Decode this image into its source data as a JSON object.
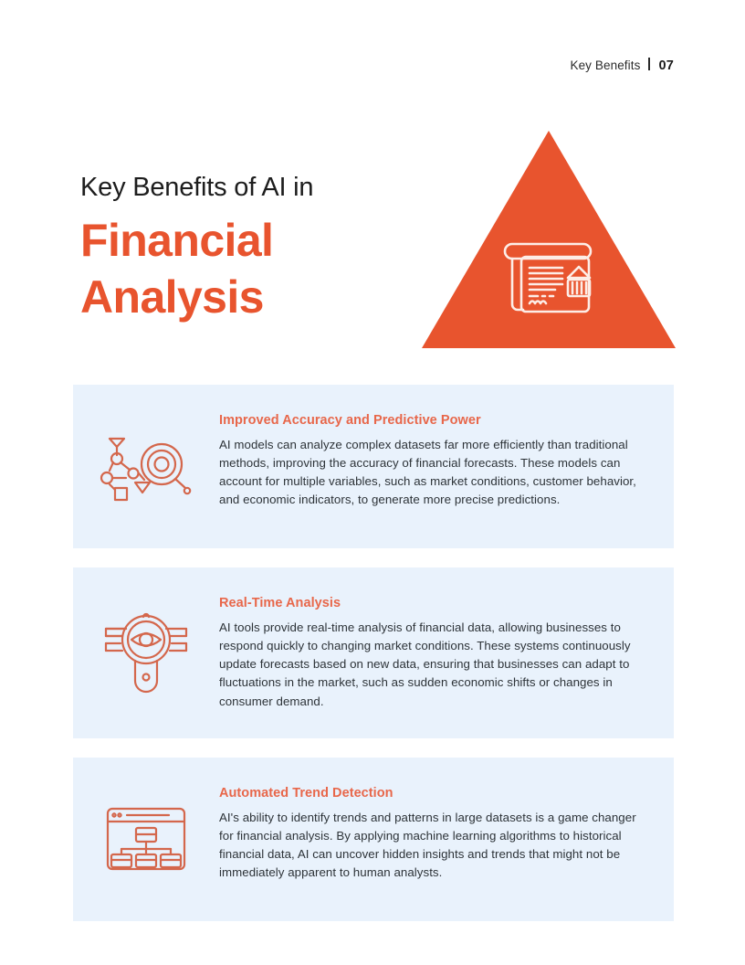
{
  "header": {
    "label": "Key Benefits",
    "separator": "|",
    "page_number": "07"
  },
  "title": {
    "line1": "Key Benefits of AI in",
    "line2": "Financial",
    "line3": "Analysis"
  },
  "hero": {
    "shape": "triangle",
    "icon_name": "financial-news-document-icon",
    "color": "#E8542E"
  },
  "colors": {
    "accent_orange": "#E8542E",
    "heading_orange": "#E8674A",
    "card_background": "#E9F2FC",
    "body_text": "#2d3338",
    "title_dark": "#1d1d1d",
    "page_background": "#ffffff"
  },
  "cards": [
    {
      "icon_name": "network-analysis-magnifier-icon",
      "heading": "Improved Accuracy and Predictive Power",
      "body": "AI models can analyze complex datasets far more efficiently than traditional methods, improving the accuracy of financial forecasts. These models can account for multiple variables, such as market conditions, customer behavior, and economic indicators, to generate more precise predictions."
    },
    {
      "icon_name": "eye-magnifier-icon",
      "heading": "Real-Time Analysis",
      "body": "AI tools provide real-time analysis of financial data, allowing businesses to respond quickly to changing market conditions. These systems continuously update forecasts based on new data, ensuring that businesses can adapt to fluctuations in the market, such as sudden economic shifts or changes in consumer demand."
    },
    {
      "icon_name": "browser-hierarchy-chart-icon",
      "heading": "Automated Trend Detection",
      "body": "AI's ability to identify trends and patterns in large datasets is a game changer for financial analysis. By applying machine learning algorithms to historical financial data, AI can uncover hidden insights and trends that might not be immediately apparent to human analysts."
    }
  ]
}
